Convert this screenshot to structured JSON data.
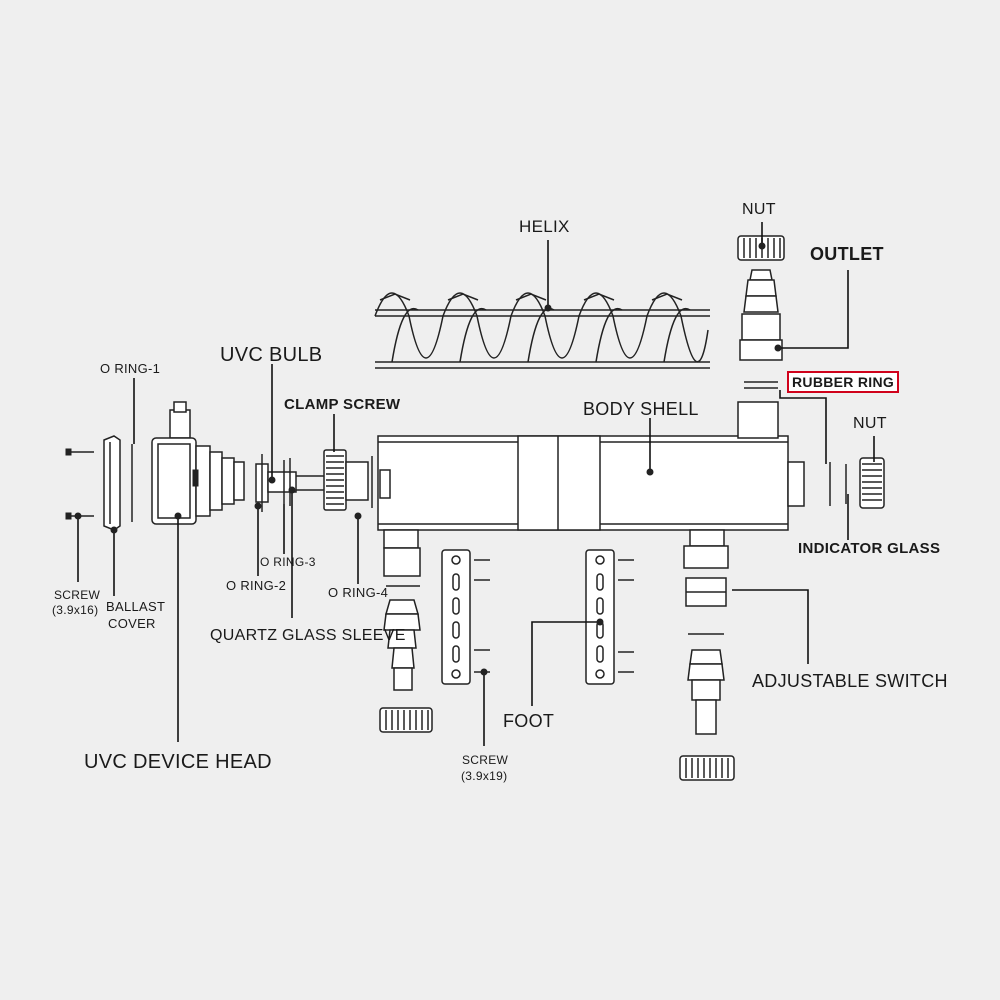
{
  "labels": {
    "helix": "HELIX",
    "nut_top": "NUT",
    "outlet": "OUTLET",
    "rubber_ring": "RUBBER RING",
    "nut_right": "NUT",
    "body_shell": "BODY SHELL",
    "indicator_glass": "INDICATOR GLASS",
    "adjustable_switch": "ADJUSTABLE SWITCH",
    "uvc_bulb": "UVC BULB",
    "clamp_screw": "CLAMP SCREW",
    "o_ring_1": "O RING-1",
    "o_ring_2": "O RING-2",
    "o_ring_3": "O RING-3",
    "o_ring_4": "O RING-4",
    "screw_left": "SCREW",
    "screw_left_size": "(3.9x16)",
    "ballast": "BALLAST",
    "cover": "COVER",
    "quartz_glass_sleeve": "QUARTZ GLASS SLEEVE",
    "uvc_device_head": "UVC DEVICE HEAD",
    "foot": "FOOT",
    "screw_bottom": "SCREW",
    "screw_bottom_size": "(3.9x19)"
  },
  "colors": {
    "background": "#efefef",
    "highlight": "#d0021b"
  }
}
